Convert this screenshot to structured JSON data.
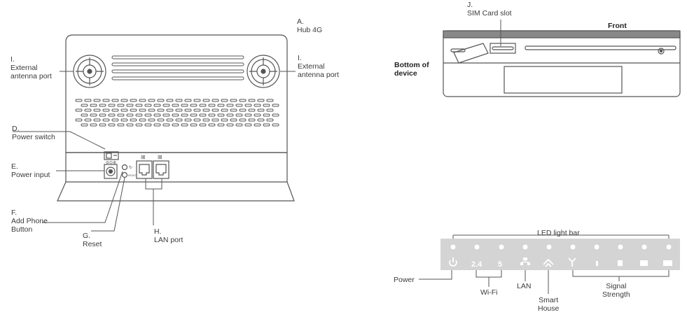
{
  "rear_view": {
    "hub": {
      "letter": "A.",
      "name": "Hub 4G"
    },
    "antenna_left": {
      "letter": "I.",
      "line1": "External",
      "line2": "antenna port"
    },
    "antenna_right": {
      "letter": "I.",
      "line1": "External",
      "line2": "antenna port"
    },
    "power_switch": {
      "letter": "D.",
      "name": "Power switch"
    },
    "power_input": {
      "letter": "E.",
      "name": "Power input"
    },
    "add_phone": {
      "letter": "F.",
      "line1": "Add Phone",
      "line2": "Button"
    },
    "reset": {
      "letter": "G.",
      "name": "Reset"
    },
    "lan_port": {
      "letter": "H.",
      "name": "LAN port"
    },
    "reset_tiny_label": "RESET"
  },
  "bottom_view": {
    "sim": {
      "letter": "J.",
      "name": "SIM Card slot"
    },
    "front": "Front",
    "bottom_of_device": {
      "line1": "Bottom of",
      "line2": "device"
    }
  },
  "led_bar": {
    "title": "LED light bar",
    "icons": [
      "power-icon",
      "wifi-24-icon",
      "wifi-5-icon",
      "lan-icon",
      "smart-house-icon",
      "signal-antenna-icon",
      "signal-bar-1-icon",
      "signal-bar-2-icon",
      "signal-bar-3-icon",
      "signal-bar-4-icon"
    ],
    "wifi_24_text": "2.4",
    "wifi_5_text": "5",
    "power": "Power",
    "wifi": "Wi-Fi",
    "lan": "LAN",
    "smart_house": {
      "line1": "Smart",
      "line2": "House"
    },
    "signal": {
      "line1": "Signal",
      "line2": "Strength"
    }
  },
  "colors": {
    "line": "#555555",
    "panel": "#d4d4d4",
    "device_fill": "#f4f4f4",
    "led_icon": "#ffffff"
  }
}
